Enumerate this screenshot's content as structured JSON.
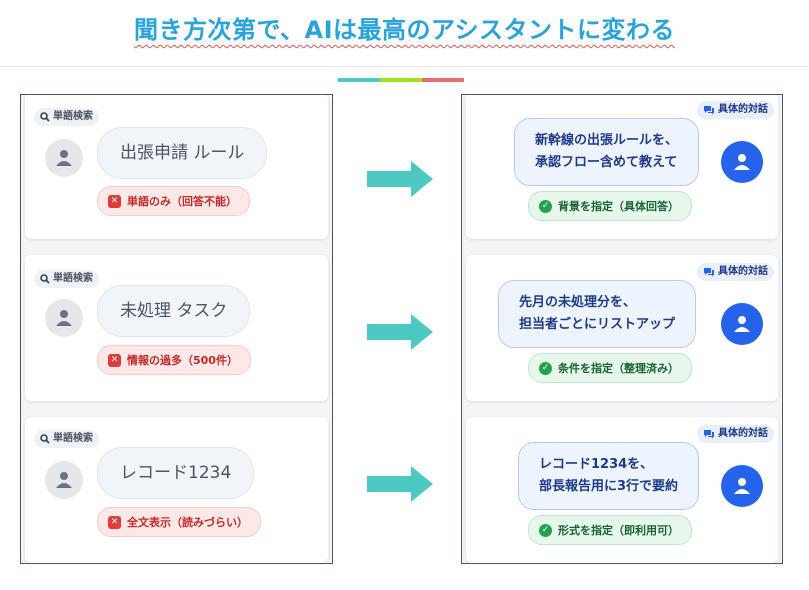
{
  "title": "聞き方次第で、AIは最高のアシスタントに変わる",
  "colors": {
    "title": "#2aa3dc",
    "accent": [
      "#4cc9c0",
      "#a3e01c",
      "#ee6b6b"
    ],
    "arrow": "#4cc9c0"
  },
  "left_cards": [
    {
      "tag": "単語検索",
      "query": "出張申請 ルール",
      "issue": "単語のみ（回答不能）",
      "tag_icon": "search-icon",
      "issue_icon": "x-icon"
    },
    {
      "tag": "単語検索",
      "query": "未処理 タスク",
      "issue": "情報の過多（500件）",
      "tag_icon": "search-icon",
      "issue_icon": "x-icon"
    },
    {
      "tag": "単語検索",
      "query": "レコード1234",
      "issue": "全文表示（読みづらい）",
      "tag_icon": "search-icon",
      "issue_icon": "x-icon"
    }
  ],
  "right_cards": [
    {
      "tag": "具体的対話",
      "line1": "新幹線の出張ルールを、",
      "line2": "承認フロー含めて教えて",
      "result": "背景を指定（具体回答）",
      "tag_icon": "chat-icon",
      "result_icon": "check-icon"
    },
    {
      "tag": "具体的対話",
      "line1": "先月の未処理分を、",
      "line2": "担当者ごとにリストアップ",
      "result": "条件を指定（整理済み）",
      "tag_icon": "chat-icon",
      "result_icon": "check-icon"
    },
    {
      "tag": "具体的対話",
      "line1": "レコード1234を、",
      "line2": "部長報告用に3行で要約",
      "result": "形式を指定（即利用可）",
      "tag_icon": "chat-icon",
      "result_icon": "check-icon"
    }
  ]
}
